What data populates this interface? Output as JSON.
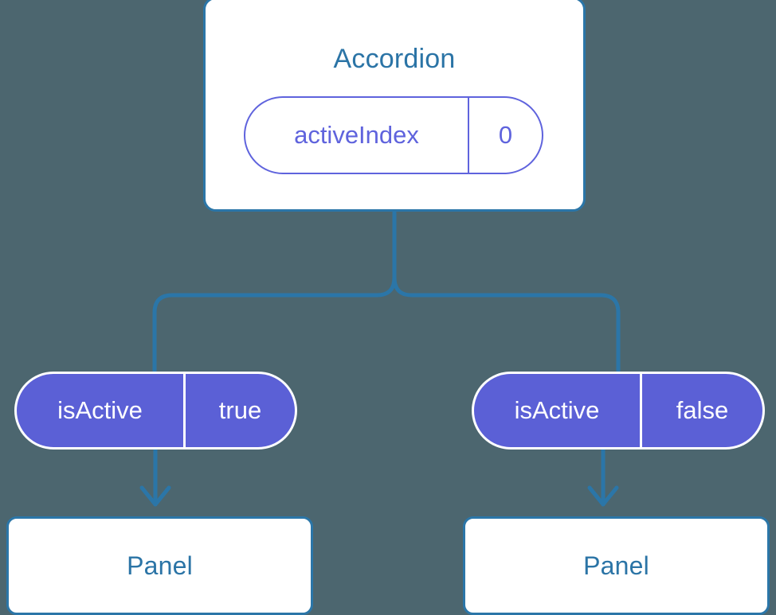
{
  "diagram": {
    "type": "component-tree",
    "background_color": "#4c666f",
    "accent_blue": "#2b76a8",
    "accent_purple": "#5b60d6",
    "root": {
      "title": "Accordion",
      "state_pill": {
        "key": "activeIndex",
        "value": "0",
        "style": "outline"
      }
    },
    "children": [
      {
        "prop_pill": {
          "key": "isActive",
          "value": "true",
          "style": "filled"
        },
        "node_title": "Panel"
      },
      {
        "prop_pill": {
          "key": "isActive",
          "value": "false",
          "style": "filled"
        },
        "node_title": "Panel"
      }
    ]
  }
}
